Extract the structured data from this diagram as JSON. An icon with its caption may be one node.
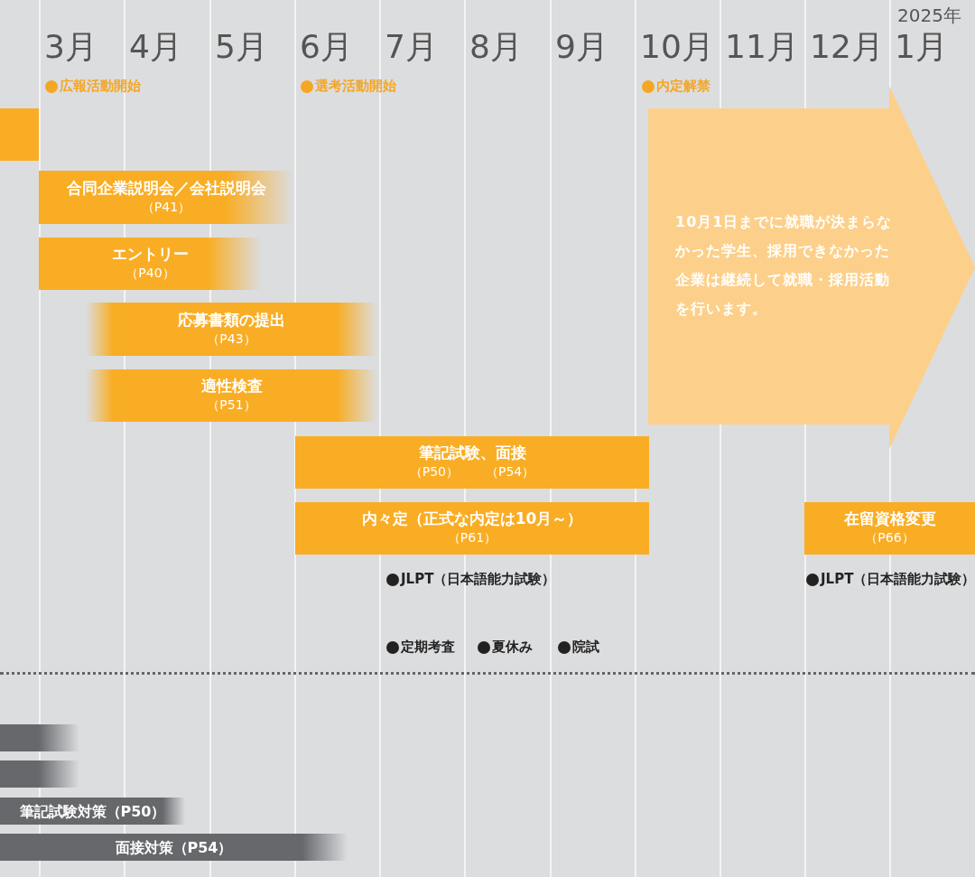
{
  "diagram": {
    "nodes": [
      {
        "text": [],
        "shape": "bar"
      },
      {
        "text": [
          "合同企業説明会／会社説明会",
          "（P41）"
        ]
      },
      {
        "text": [
          "エントリー",
          "（P40）"
        ]
      },
      {
        "text": [
          "応募書類の提出",
          "（P43）"
        ]
      },
      {
        "text": [
          "適性検査",
          "（P51）"
        ]
      },
      {
        "text": [
          "10月1日までに就職が決まらなかった学生、採用できなかった企業は継続して就職・採用活動を行います。"
        ]
      },
      {
        "text": [
          "筆記試験、面接",
          "（P50）",
          "（P54）"
        ]
      },
      {
        "text": [
          "内々定（正式な内定は10月～）",
          "（P61）"
        ]
      },
      {
        "text": [
          "在留資格変更",
          "（P66）"
        ]
      },
      {
        "text": [],
        "shape": "bar"
      },
      {
        "text": [],
        "shape": "bar"
      },
      {
        "text": [
          "筆記試験対策（P50）"
        ]
      },
      {
        "text": [
          "面接対策（P54）"
        ]
      }
    ],
    "edges": [],
    "labels": [
      "2025年",
      "3月",
      "4月",
      "5月",
      "6月",
      "7月",
      "8月",
      "9月",
      "10月",
      "11月",
      "12月",
      "1月",
      "広報活動開始",
      "選考活動開始",
      "内定解禁",
      "JLPT（日本語能力試験）",
      "JLPT（日本語能力試験）",
      "定期考査",
      "夏休み",
      "院試"
    ]
  }
}
